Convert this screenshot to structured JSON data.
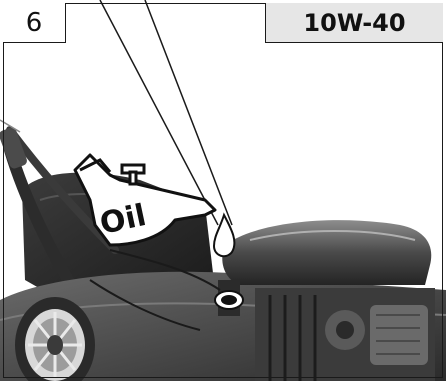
{
  "step": {
    "number": "6"
  },
  "spec": {
    "oil_grade": "10W-40"
  },
  "can": {
    "label": "Oil"
  },
  "icons": [
    "oil-can-icon",
    "oil-drop-icon"
  ]
}
